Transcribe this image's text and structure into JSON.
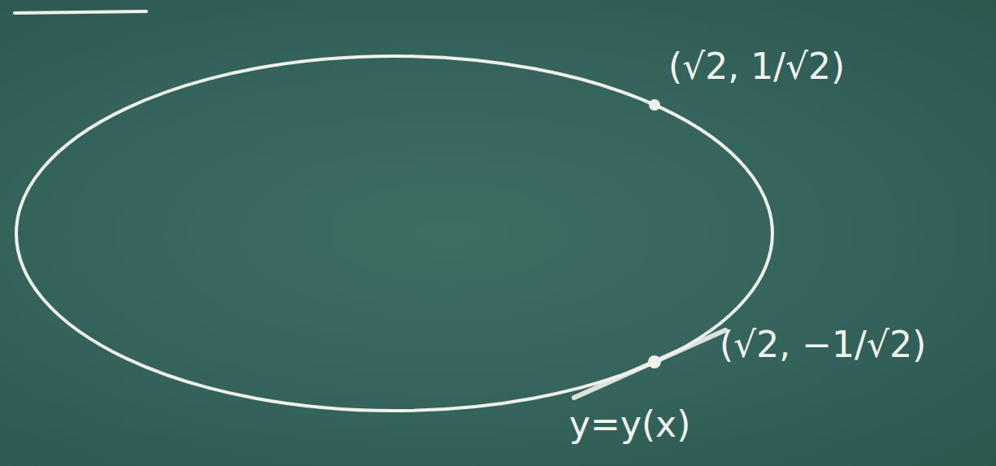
{
  "diagram": {
    "labels": [
      "(√2, 1/√2)",
      "(√2, −1/√2)",
      "y=y(x)"
    ]
  }
}
